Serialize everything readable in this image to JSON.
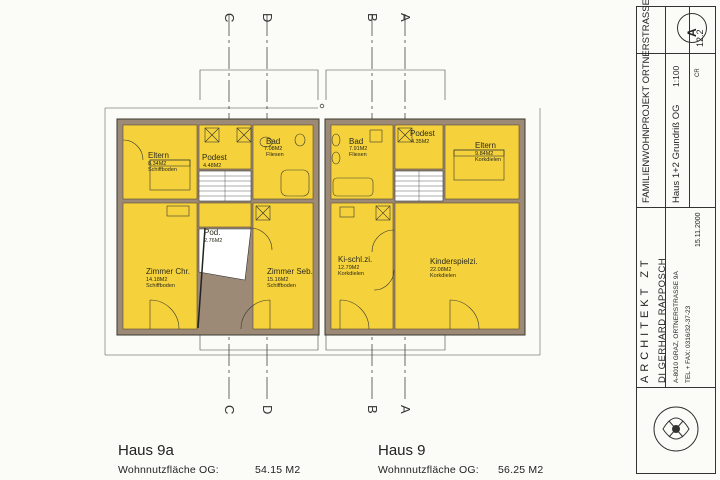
{
  "grid_axes": [
    "C",
    "D",
    "B",
    "A"
  ],
  "rooms": {
    "eltern_left": {
      "name": "Eltern",
      "area": "8.34M2",
      "floor": "Schiffboden"
    },
    "podest_left": {
      "name": "Podest",
      "area": "4.48M2"
    },
    "bad_left": {
      "name": "Bad",
      "area": "7.08M2",
      "floor": "Fliesen"
    },
    "pod": {
      "name": "Pod.",
      "area": "2.76M2"
    },
    "zimmer_chr": {
      "name": "Zimmer Chr.",
      "area": "14.18M2",
      "floor": "Schiffboden"
    },
    "zimmer_seb": {
      "name": "Zimmer Seb.",
      "area": "15.16M2",
      "floor": "Schiffboden"
    },
    "bad_right": {
      "name": "Bad",
      "area": "7.91M2",
      "floor": "Fliesen"
    },
    "podest_right": {
      "name": "Podest",
      "area": "4.35M2"
    },
    "eltern_right": {
      "name": "Eltern",
      "area": "9.84M2",
      "floor": "Korkdielen"
    },
    "ki_schl": {
      "name": "Ki-schl.zi.",
      "area": "12.79M2",
      "floor": "Korkdielen"
    },
    "kinderspiel": {
      "name": "Kinderspielzi.",
      "area": "22.08M2",
      "floor": "Korkdielen"
    }
  },
  "footer": {
    "haus_left": "Haus 9a",
    "area_label_left": "Wohnnutzfläche OG:",
    "area_left": "54.15 M2",
    "haus_right": "Haus 9",
    "area_label_right": "Wohnnutzfläche OG:",
    "area_right": "56.25 M2"
  },
  "title_block": {
    "sheet_letter": "A",
    "sheet_number": "12.2",
    "project": "FAMILIENWOHNPROJEKT ORTNERSTRASSE",
    "scale": "1:100",
    "drawing": "Haus 1+2 Grundriß OG",
    "initials": "CR",
    "date": "15.11.2000",
    "office": "ARCHITEKT ZT",
    "architect": "DI GERHARD RAPPOSCH",
    "address": "A-8010 GRAZ, ORTNERSTRASSE 9A",
    "phone": "TEL + FAX: 0316/32-37-23"
  },
  "colors": {
    "room_fill": "#f5d23c",
    "wall": "#9c8a76",
    "line": "#333333"
  }
}
